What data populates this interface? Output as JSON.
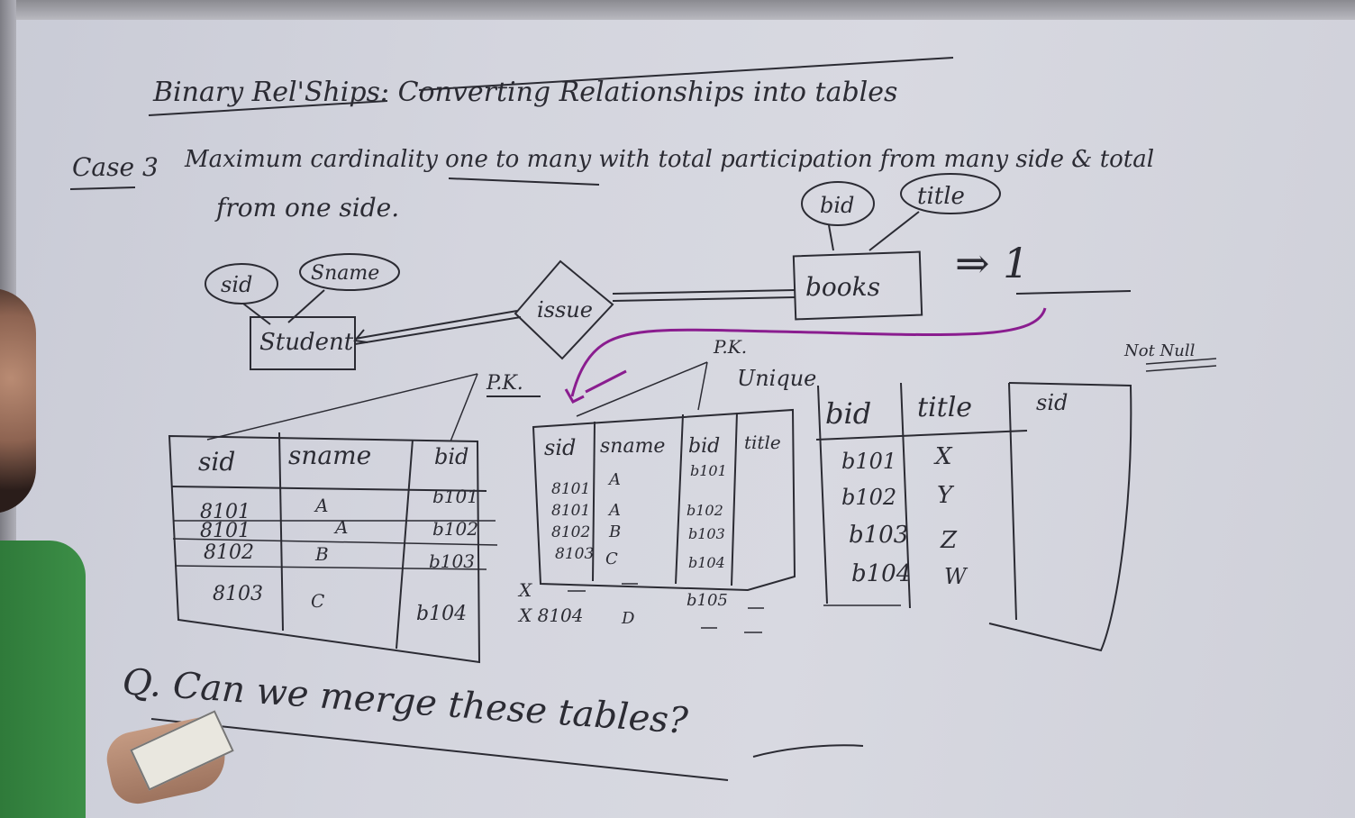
{
  "whiteboard": {
    "heading": "Binary Rel'Ships: Converting Relationships into tables",
    "case_label": "Case 3",
    "case_text": "Maximum cardinality one to many with total participation from many side & total",
    "case_text_2": "from one side.",
    "er_diagram": {
      "entity_left": "Student",
      "attr_sid": "sid",
      "attr_sname": "Sname",
      "relationship": "issue",
      "entity_right": "books",
      "attr_bid": "bid",
      "attr_title": "title",
      "arrow_result": "⇒ 1"
    },
    "annotations": {
      "pk_left": "P.K.",
      "pk_middle": "P.K.",
      "unique": "Unique",
      "not_null": "Not Null"
    },
    "table_student": {
      "headers": [
        "sid",
        "sname",
        "bid"
      ],
      "rows": [
        [
          "8101",
          "A",
          "b101"
        ],
        [
          "8101",
          "A",
          "b102"
        ],
        [
          "8102",
          "B",
          "b103"
        ],
        [
          "8103",
          "C",
          "b104"
        ]
      ]
    },
    "table_merged": {
      "headers": [
        "sid",
        "sname",
        "bid",
        "title"
      ],
      "rows": [
        [
          "8101",
          "A",
          "b101"
        ],
        [
          "8101",
          "A",
          "b102"
        ],
        [
          "8102",
          "B",
          "b103"
        ],
        [
          "8103",
          "C",
          "b104"
        ],
        [
          "X",
          "",
          "b105"
        ],
        [
          "X 8104",
          "D",
          ""
        ]
      ]
    },
    "table_books": {
      "headers": [
        "bid",
        "title",
        "sid"
      ],
      "rows": [
        [
          "b101",
          "X"
        ],
        [
          "b102",
          "Y"
        ],
        [
          "b103",
          "Z"
        ],
        [
          "b104",
          "W"
        ]
      ]
    },
    "question": "Q. Can we merge these tables?"
  },
  "colors": {
    "ink": "#2b2b33",
    "marker_purple": "#8a1d8f",
    "board": "#d4d5de"
  }
}
